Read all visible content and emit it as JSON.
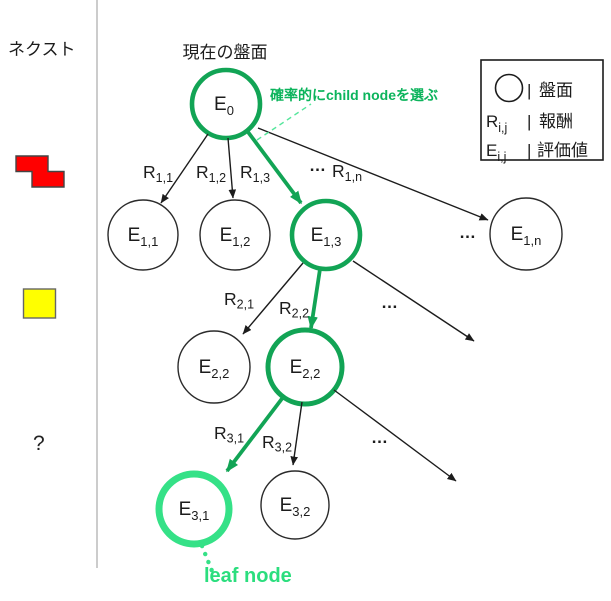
{
  "left_panel": {
    "title": "ネクスト",
    "question_mark": "?"
  },
  "tree": {
    "title": "現在の盤面",
    "annotation": "確率的にchild nodeを選ぶ",
    "leaf_label": "leaf node",
    "ellipsis": "…",
    "nodes": [
      {
        "id": "E0",
        "base": "E",
        "sub": "0"
      },
      {
        "id": "E1-1",
        "base": "E",
        "sub": "1,1"
      },
      {
        "id": "E1-2",
        "base": "E",
        "sub": "1,2"
      },
      {
        "id": "E1-3",
        "base": "E",
        "sub": "1,3"
      },
      {
        "id": "E1-n",
        "base": "E",
        "sub": "1,n"
      },
      {
        "id": "E2-2-left",
        "base": "E",
        "sub": "2,2"
      },
      {
        "id": "E2-2-selected",
        "base": "E",
        "sub": "2,2"
      },
      {
        "id": "E3-1-leaf",
        "base": "E",
        "sub": "3,1"
      },
      {
        "id": "E3-2",
        "base": "E",
        "sub": "3,2"
      }
    ],
    "edge_labels": [
      {
        "base": "R",
        "sub": "1,1"
      },
      {
        "base": "R",
        "sub": "1,2"
      },
      {
        "base": "R",
        "sub": "1,3"
      },
      {
        "base": "R",
        "sub": "1,n"
      },
      {
        "base": "R",
        "sub": "2,1"
      },
      {
        "base": "R",
        "sub": "2,2"
      },
      {
        "base": "R",
        "sub": "3,1"
      },
      {
        "base": "R",
        "sub": "3,2"
      }
    ]
  },
  "legend": {
    "rows": [
      {
        "symbol": "circle",
        "sep": "|",
        "label": "盤面"
      },
      {
        "base": "R",
        "sub": "i,j",
        "sep": "|",
        "label": "報酬"
      },
      {
        "base": "E",
        "sub": "i,j",
        "sep": "|",
        "label": "評価値"
      }
    ]
  },
  "colors": {
    "selected_green": "#12A455",
    "annotation_green": "#0CB45C",
    "leaf_green": "#35E187",
    "piece_red": "#FF0000",
    "piece_yellow": "#FFFF00"
  }
}
